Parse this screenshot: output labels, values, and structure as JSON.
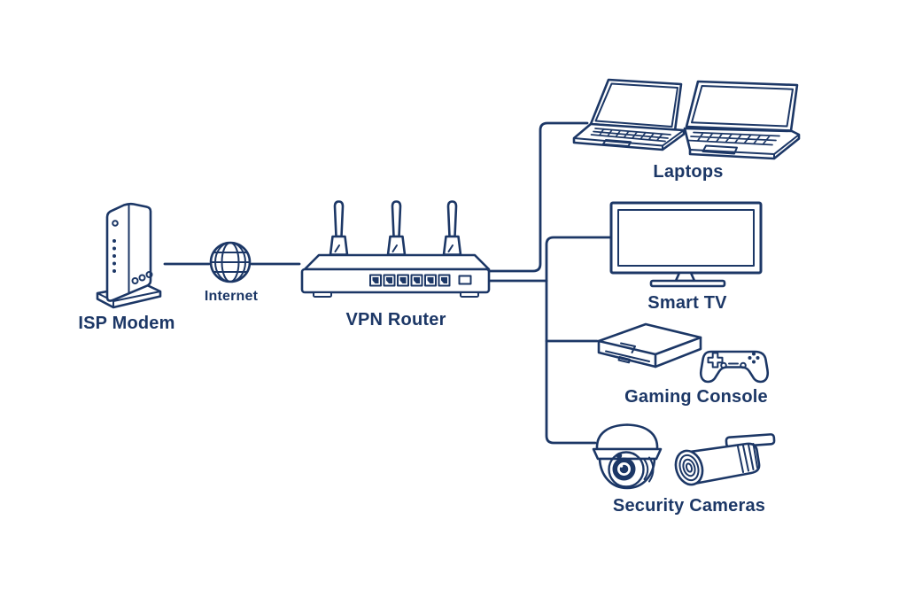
{
  "colors": {
    "ink": "#1c3766",
    "background": "#ffffff"
  },
  "nodes": [
    {
      "id": "isp-modem",
      "label": "ISP Modem",
      "icon": "modem-tower-icon"
    },
    {
      "id": "internet",
      "label": "Internet",
      "icon": "globe-icon"
    },
    {
      "id": "vpn-router",
      "label": "VPN Router",
      "icon": "wireless-router-icon"
    },
    {
      "id": "laptops",
      "label": "Laptops",
      "icon": "laptop-icon"
    },
    {
      "id": "smart-tv",
      "label": "Smart TV",
      "icon": "tv-icon"
    },
    {
      "id": "gaming-console",
      "label": "Gaming Console",
      "icon": "game-console-icon"
    },
    {
      "id": "security-cameras",
      "label": "Security Cameras",
      "icon": "security-camera-icon"
    }
  ],
  "connections": [
    {
      "from": "isp-modem",
      "to": "internet"
    },
    {
      "from": "internet",
      "to": "vpn-router"
    },
    {
      "from": "vpn-router",
      "to": "laptops"
    },
    {
      "from": "vpn-router",
      "to": "smart-tv"
    },
    {
      "from": "vpn-router",
      "to": "gaming-console"
    },
    {
      "from": "vpn-router",
      "to": "security-cameras"
    }
  ]
}
